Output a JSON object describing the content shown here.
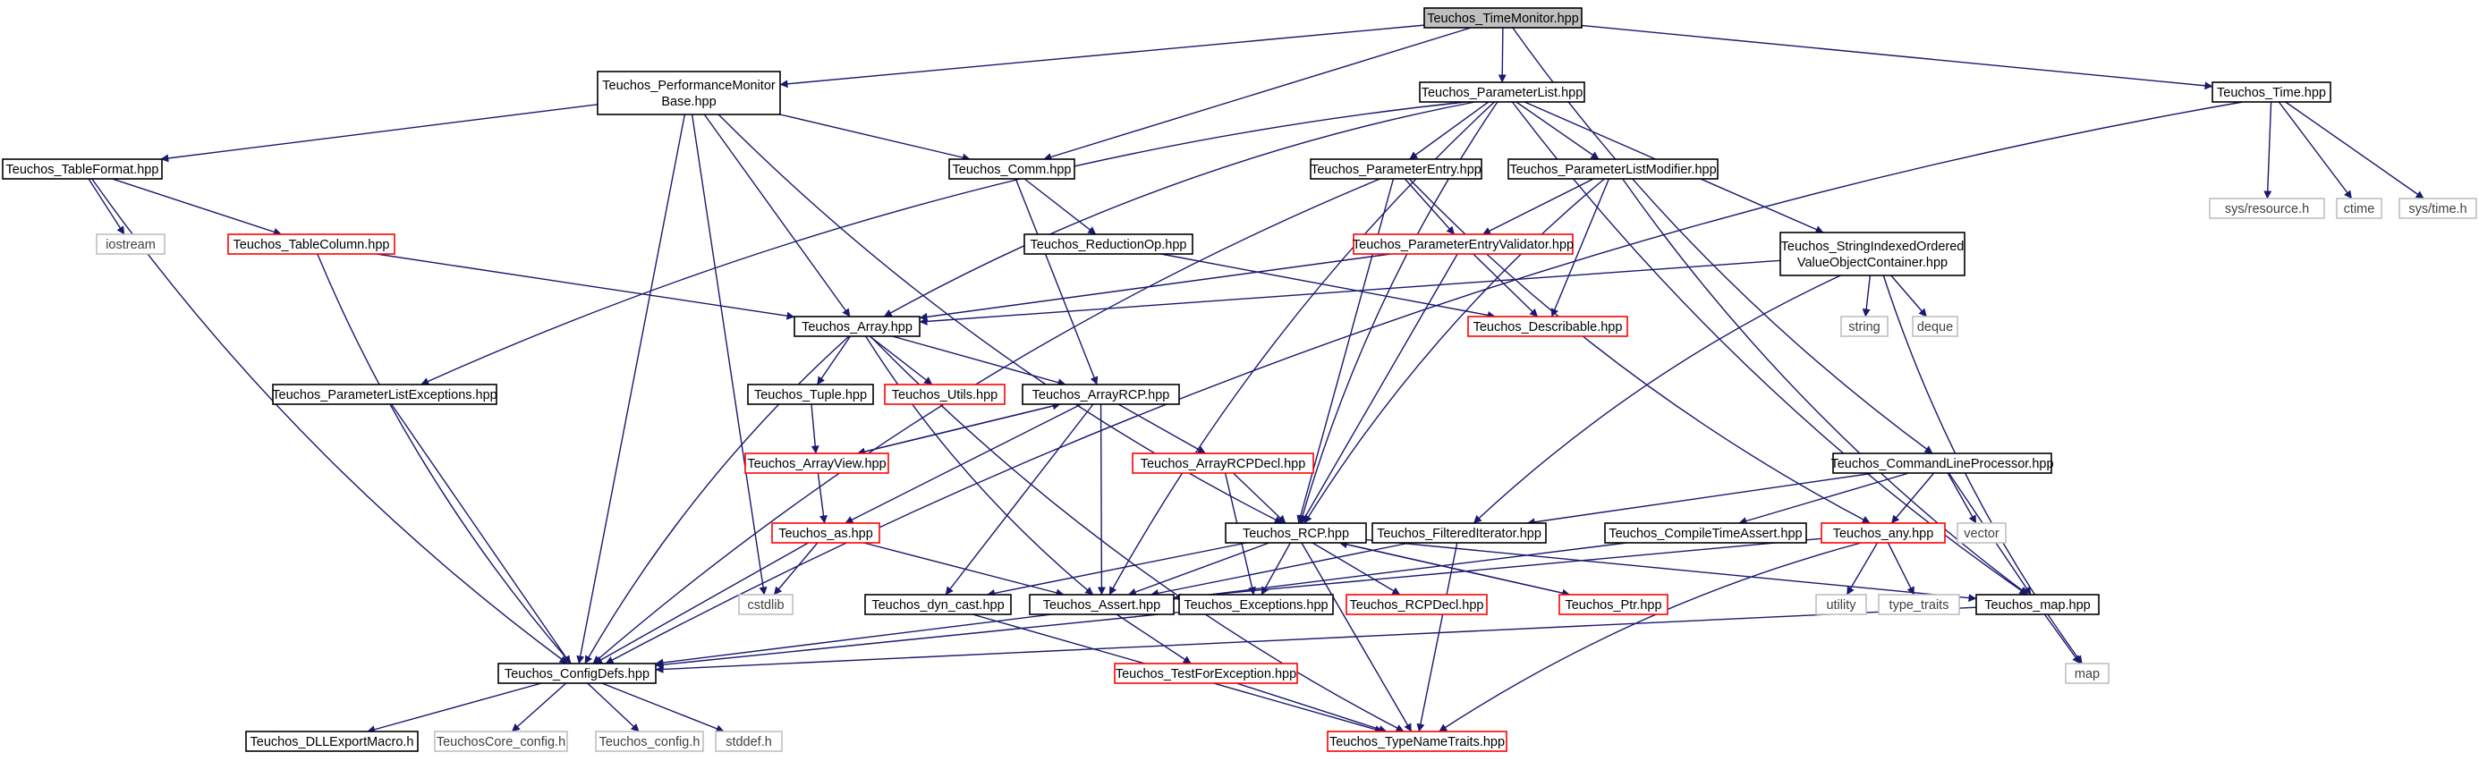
{
  "diagram": {
    "colors": {
      "background": "#ffffff",
      "edge": "#191970",
      "border_normal": "#000000",
      "border_truncated": "#ff0000",
      "border_external": "#bfbfbf",
      "fill_root": "#bfbfbf",
      "fill_default": "#ffffff",
      "text_normal": "#000000",
      "text_external": "#404040"
    },
    "nodes": [
      {
        "id": "timemonitor",
        "label": "Teuchos_TimeMonitor.hpp",
        "kind": "root"
      },
      {
        "id": "perfmon",
        "label": "Teuchos_PerformanceMonitor\nBase.hpp",
        "kind": "normal"
      },
      {
        "id": "paramlist",
        "label": "Teuchos_ParameterList.hpp",
        "kind": "normal"
      },
      {
        "id": "time",
        "label": "Teuchos_Time.hpp",
        "kind": "normal"
      },
      {
        "id": "tableformat",
        "label": "Teuchos_TableFormat.hpp",
        "kind": "normal"
      },
      {
        "id": "comm",
        "label": "Teuchos_Comm.hpp",
        "kind": "normal"
      },
      {
        "id": "paramentry",
        "label": "Teuchos_ParameterEntry.hpp",
        "kind": "normal"
      },
      {
        "id": "plmodifier",
        "label": "Teuchos_ParameterListModifier.hpp",
        "kind": "normal"
      },
      {
        "id": "sysresource",
        "label": "sys/resource.h",
        "kind": "external"
      },
      {
        "id": "ctime",
        "label": "ctime",
        "kind": "external"
      },
      {
        "id": "systime",
        "label": "sys/time.h",
        "kind": "external"
      },
      {
        "id": "iostream",
        "label": "iostream",
        "kind": "external"
      },
      {
        "id": "tablecolumn",
        "label": "Teuchos_TableColumn.hpp",
        "kind": "truncated"
      },
      {
        "id": "reductionop",
        "label": "Teuchos_ReductionOp.hpp",
        "kind": "normal"
      },
      {
        "id": "pevalidator",
        "label": "Teuchos_ParameterEntryValidator.hpp",
        "kind": "truncated"
      },
      {
        "id": "sioc",
        "label": "Teuchos_StringIndexedOrdered\nValueObjectContainer.hpp",
        "kind": "normal"
      },
      {
        "id": "array",
        "label": "Teuchos_Array.hpp",
        "kind": "normal"
      },
      {
        "id": "describable",
        "label": "Teuchos_Describable.hpp",
        "kind": "truncated"
      },
      {
        "id": "string",
        "label": "string",
        "kind": "external"
      },
      {
        "id": "deque",
        "label": "deque",
        "kind": "external"
      },
      {
        "id": "plexceptions",
        "label": "Teuchos_ParameterListExceptions.hpp",
        "kind": "normal"
      },
      {
        "id": "tuple",
        "label": "Teuchos_Tuple.hpp",
        "kind": "normal"
      },
      {
        "id": "utils",
        "label": "Teuchos_Utils.hpp",
        "kind": "truncated"
      },
      {
        "id": "arrayrcp",
        "label": "Teuchos_ArrayRCP.hpp",
        "kind": "normal"
      },
      {
        "id": "arrayview",
        "label": "Teuchos_ArrayView.hpp",
        "kind": "truncated"
      },
      {
        "id": "arrayrcpdecl",
        "label": "Teuchos_ArrayRCPDecl.hpp",
        "kind": "truncated"
      },
      {
        "id": "clp",
        "label": "Teuchos_CommandLineProcessor.hpp",
        "kind": "normal"
      },
      {
        "id": "as",
        "label": "Teuchos_as.hpp",
        "kind": "truncated"
      },
      {
        "id": "rcp",
        "label": "Teuchos_RCP.hpp",
        "kind": "normal"
      },
      {
        "id": "filtered",
        "label": "Teuchos_FilteredIterator.hpp",
        "kind": "normal"
      },
      {
        "id": "compileassert",
        "label": "Teuchos_CompileTimeAssert.hpp",
        "kind": "normal"
      },
      {
        "id": "any",
        "label": "Teuchos_any.hpp",
        "kind": "truncated"
      },
      {
        "id": "vector",
        "label": "vector",
        "kind": "external"
      },
      {
        "id": "cstdlib",
        "label": "cstdlib",
        "kind": "external"
      },
      {
        "id": "dyncast",
        "label": "Teuchos_dyn_cast.hpp",
        "kind": "normal"
      },
      {
        "id": "assert",
        "label": "Teuchos_Assert.hpp",
        "kind": "normal"
      },
      {
        "id": "exceptions",
        "label": "Teuchos_Exceptions.hpp",
        "kind": "normal"
      },
      {
        "id": "rcpdecl",
        "label": "Teuchos_RCPDecl.hpp",
        "kind": "truncated"
      },
      {
        "id": "ptr",
        "label": "Teuchos_Ptr.hpp",
        "kind": "truncated"
      },
      {
        "id": "utility",
        "label": "utility",
        "kind": "external"
      },
      {
        "id": "typetraits",
        "label": "type_traits",
        "kind": "external"
      },
      {
        "id": "map_hpp",
        "label": "Teuchos_map.hpp",
        "kind": "normal"
      },
      {
        "id": "configdefs",
        "label": "Teuchos_ConfigDefs.hpp",
        "kind": "normal"
      },
      {
        "id": "testforexc",
        "label": "Teuchos_TestForException.hpp",
        "kind": "truncated"
      },
      {
        "id": "map",
        "label": "map",
        "kind": "external"
      },
      {
        "id": "dllexport",
        "label": "Teuchos_DLLExportMacro.h",
        "kind": "normal"
      },
      {
        "id": "corecfg",
        "label": "TeuchosCore_config.h",
        "kind": "external"
      },
      {
        "id": "teuchoscfg",
        "label": "Teuchos_config.h",
        "kind": "external"
      },
      {
        "id": "stddef",
        "label": "stddef.h",
        "kind": "external"
      },
      {
        "id": "typenametraits",
        "label": "Teuchos_TypeNameTraits.hpp",
        "kind": "truncated"
      }
    ],
    "edges": [
      [
        "timemonitor",
        "perfmon"
      ],
      [
        "timemonitor",
        "paramlist"
      ],
      [
        "timemonitor",
        "time"
      ],
      [
        "timemonitor",
        "comm"
      ],
      [
        "timemonitor",
        "clp"
      ],
      [
        "perfmon",
        "tableformat"
      ],
      [
        "perfmon",
        "comm"
      ],
      [
        "perfmon",
        "array"
      ],
      [
        "perfmon",
        "rcp"
      ],
      [
        "perfmon",
        "configdefs"
      ],
      [
        "perfmon",
        "cstdlib"
      ],
      [
        "paramlist",
        "paramentry"
      ],
      [
        "paramlist",
        "plmodifier"
      ],
      [
        "paramlist",
        "sioc"
      ],
      [
        "paramlist",
        "array"
      ],
      [
        "paramlist",
        "plexceptions"
      ],
      [
        "paramlist",
        "rcp"
      ],
      [
        "paramlist",
        "assert"
      ],
      [
        "paramlist",
        "map_hpp"
      ],
      [
        "time",
        "sysresource"
      ],
      [
        "time",
        "ctime"
      ],
      [
        "time",
        "systime"
      ],
      [
        "time",
        "configdefs"
      ],
      [
        "tableformat",
        "iostream"
      ],
      [
        "tableformat",
        "tablecolumn"
      ],
      [
        "tableformat",
        "configdefs"
      ],
      [
        "comm",
        "reductionop"
      ],
      [
        "comm",
        "arrayrcp"
      ],
      [
        "paramentry",
        "pevalidator"
      ],
      [
        "paramentry",
        "rcp"
      ],
      [
        "paramentry",
        "any"
      ],
      [
        "paramentry",
        "configdefs"
      ],
      [
        "plmodifier",
        "pevalidator"
      ],
      [
        "plmodifier",
        "describable"
      ],
      [
        "plmodifier",
        "rcp"
      ],
      [
        "plmodifier",
        "map_hpp"
      ],
      [
        "tablecolumn",
        "array"
      ],
      [
        "tablecolumn",
        "configdefs"
      ],
      [
        "reductionop",
        "describable"
      ],
      [
        "pevalidator",
        "array"
      ],
      [
        "pevalidator",
        "describable"
      ],
      [
        "pevalidator",
        "rcp"
      ],
      [
        "sioc",
        "array"
      ],
      [
        "sioc",
        "string"
      ],
      [
        "sioc",
        "deque"
      ],
      [
        "sioc",
        "map"
      ],
      [
        "sioc",
        "filtered"
      ],
      [
        "array",
        "tuple"
      ],
      [
        "array",
        "utils"
      ],
      [
        "array",
        "arrayrcp"
      ],
      [
        "array",
        "assert"
      ],
      [
        "array",
        "configdefs"
      ],
      [
        "array",
        "typenametraits"
      ],
      [
        "plexceptions",
        "configdefs"
      ],
      [
        "tuple",
        "arrayview"
      ],
      [
        "arrayrcp",
        "arrayview"
      ],
      [
        "arrayrcp",
        "arrayrcpdecl"
      ],
      [
        "arrayrcp",
        "as"
      ],
      [
        "arrayrcp",
        "assert"
      ],
      [
        "arrayrcp",
        "dyncast"
      ],
      [
        "arrayview",
        "arrayrcp"
      ],
      [
        "arrayview",
        "as"
      ],
      [
        "arrayrcpdecl",
        "rcp"
      ],
      [
        "arrayrcpdecl",
        "exceptions"
      ],
      [
        "clp",
        "filtered"
      ],
      [
        "clp",
        "compileassert"
      ],
      [
        "clp",
        "any"
      ],
      [
        "clp",
        "vector"
      ],
      [
        "clp",
        "map_hpp"
      ],
      [
        "as",
        "cstdlib"
      ],
      [
        "as",
        "assert"
      ],
      [
        "as",
        "configdefs"
      ],
      [
        "rcp",
        "dyncast"
      ],
      [
        "rcp",
        "assert"
      ],
      [
        "rcp",
        "exceptions"
      ],
      [
        "rcp",
        "rcpdecl"
      ],
      [
        "rcp",
        "ptr"
      ],
      [
        "rcp",
        "map_hpp"
      ],
      [
        "rcp",
        "typenametraits"
      ],
      [
        "filtered",
        "assert"
      ],
      [
        "filtered",
        "typenametraits"
      ],
      [
        "compileassert",
        "configdefs"
      ],
      [
        "any",
        "assert"
      ],
      [
        "any",
        "utility"
      ],
      [
        "any",
        "typetraits"
      ],
      [
        "any",
        "typenametraits"
      ],
      [
        "ptr",
        "rcp"
      ],
      [
        "dyncast",
        "typenametraits"
      ],
      [
        "assert",
        "testforexc"
      ],
      [
        "exceptions",
        "configdefs"
      ],
      [
        "map_hpp",
        "map"
      ],
      [
        "map_hpp",
        "configdefs"
      ],
      [
        "testforexc",
        "typenametraits"
      ],
      [
        "configdefs",
        "dllexport"
      ],
      [
        "configdefs",
        "corecfg"
      ],
      [
        "configdefs",
        "teuchoscfg"
      ],
      [
        "configdefs",
        "stddef"
      ]
    ]
  }
}
